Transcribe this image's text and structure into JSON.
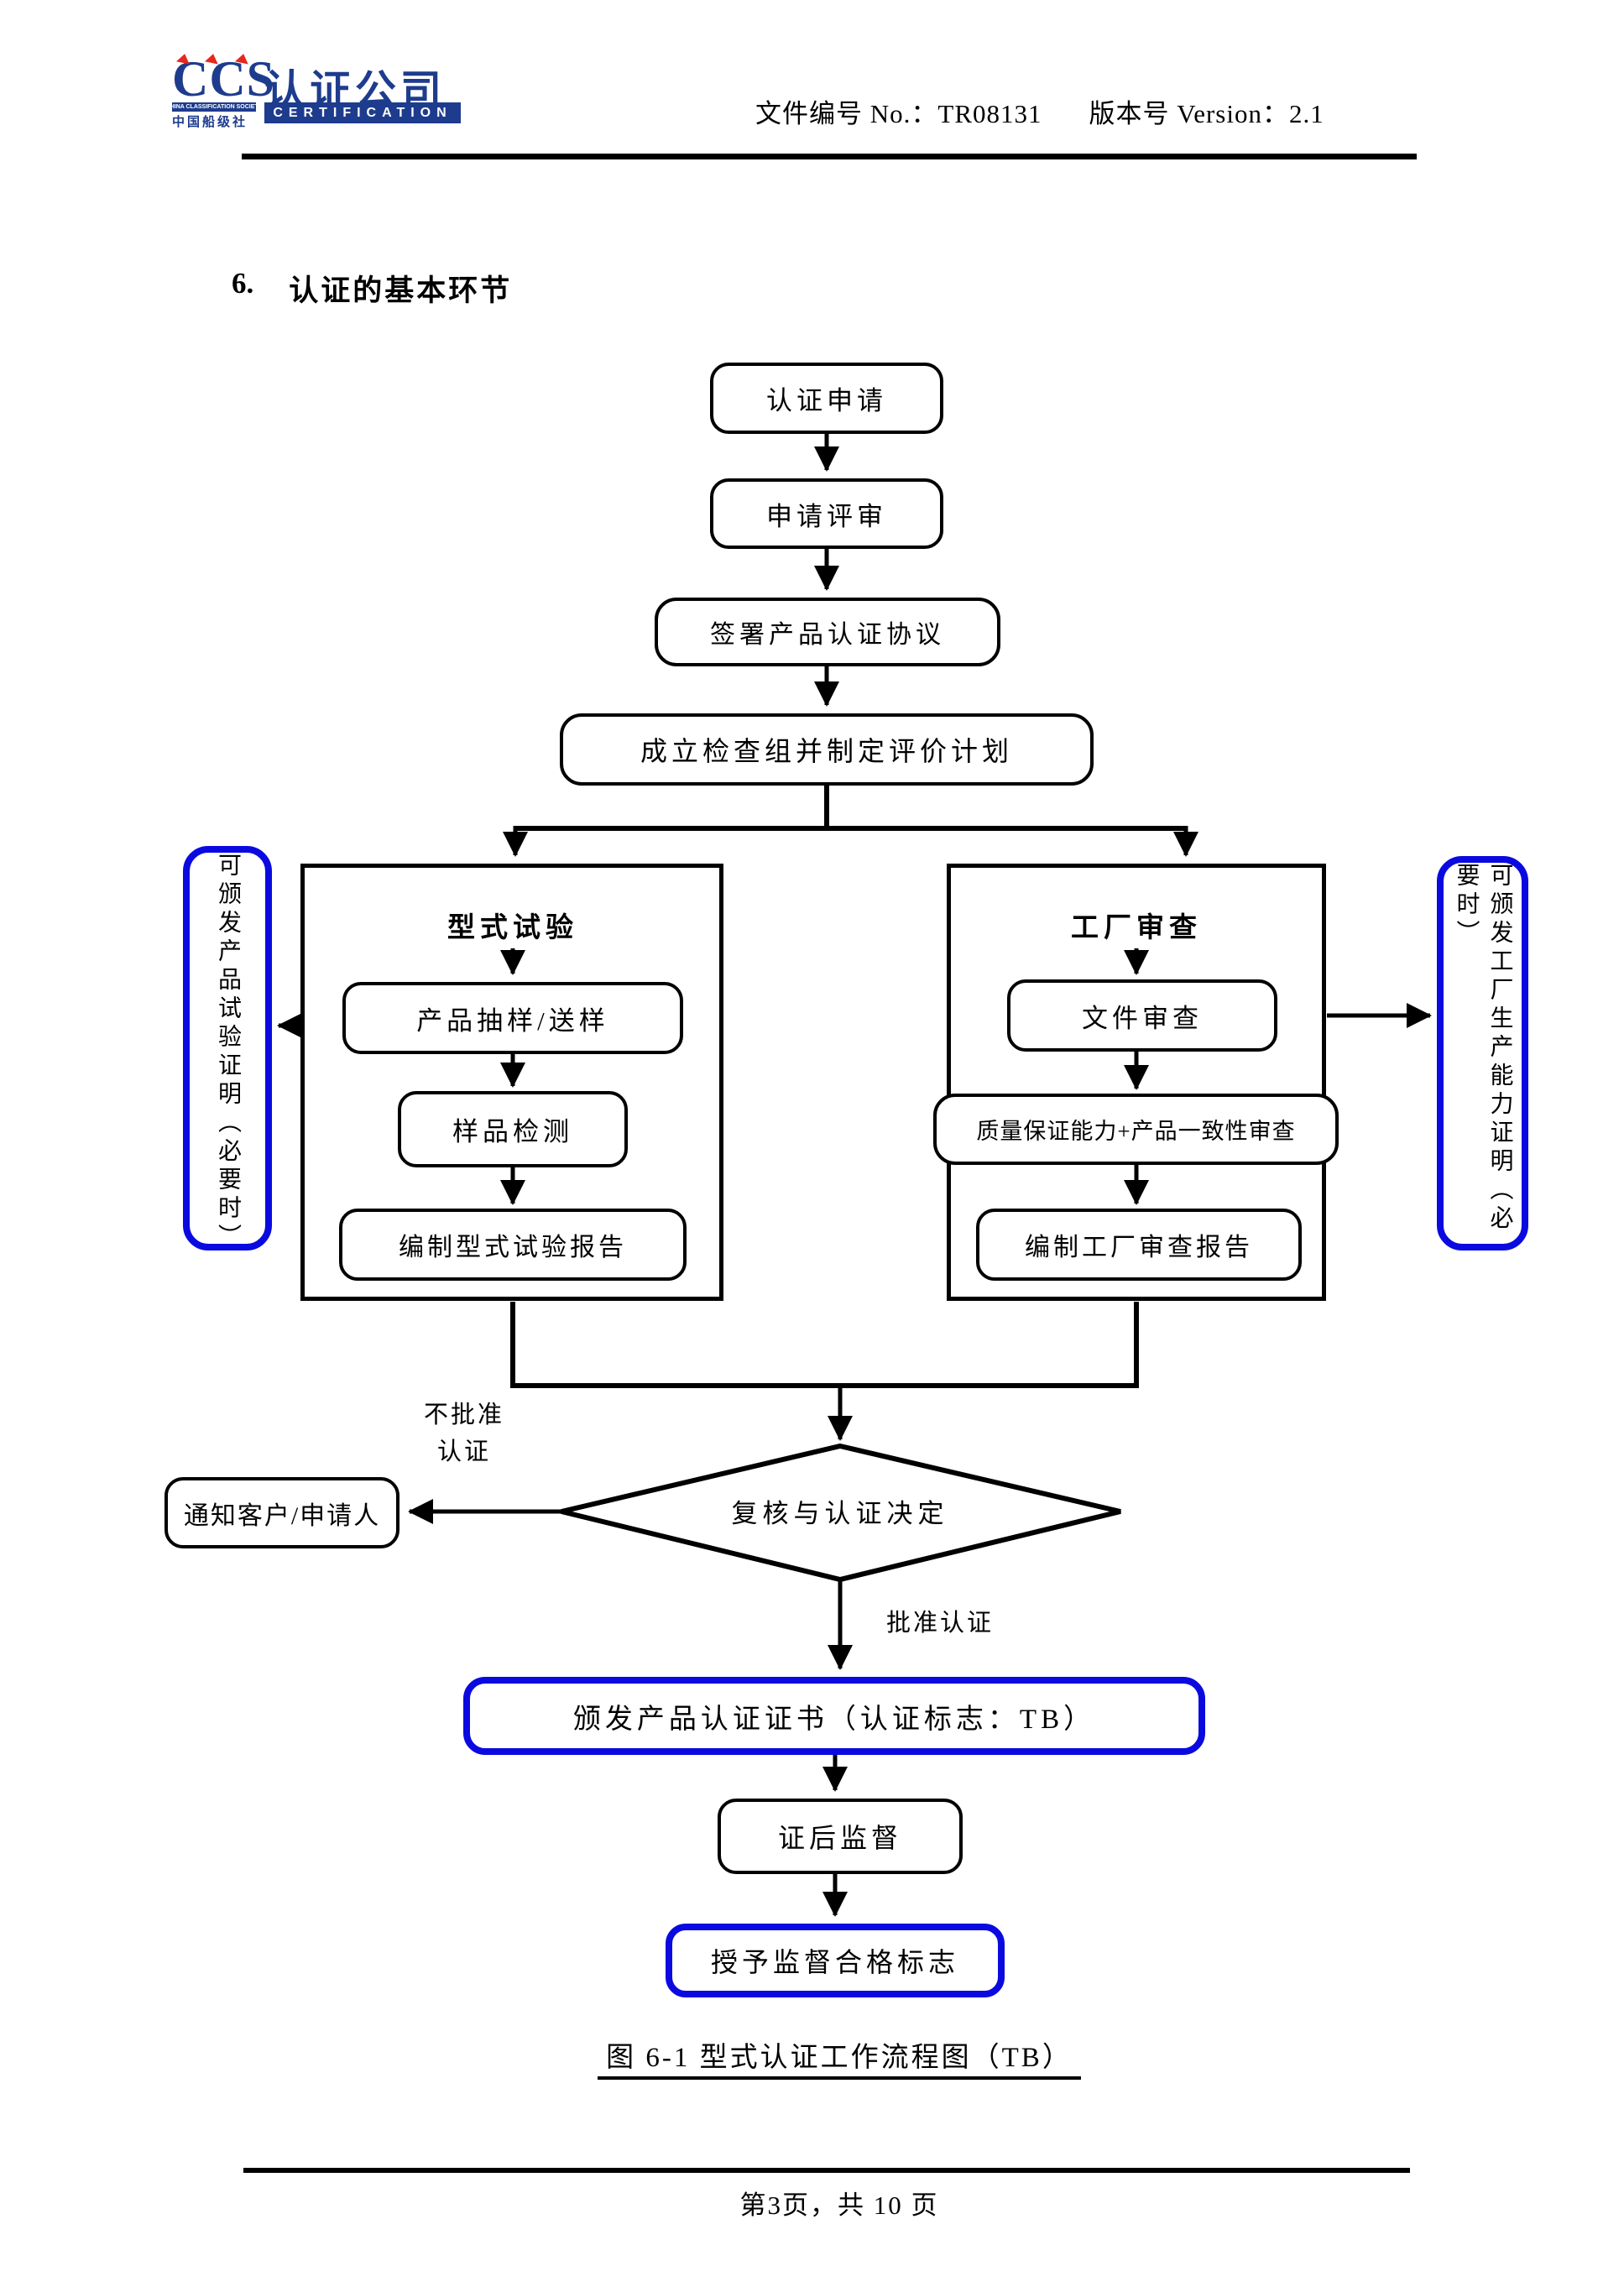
{
  "header": {
    "logo": {
      "ccs": "CCS",
      "company_cn": "认证公司",
      "society_en": "CHINA CLASSIFICATION SOCIETY",
      "society_cn": "中国船级社",
      "certification": "CERTIFICATION"
    },
    "doc_no": "文件编号 No.：TR08131",
    "version": "版本号 Version：2.1"
  },
  "section": {
    "number": "6.",
    "title": "认证的基本环节"
  },
  "flowchart": {
    "nodes": {
      "apply": "认证申请",
      "review": "申请评审",
      "sign": "签署产品认证协议",
      "team": "成立检查组并制定评价计划",
      "type_test_title": "型式试验",
      "sampling": "产品抽样/送样",
      "sample_test": "样品检测",
      "type_report": "编制型式试验报告",
      "factory_title": "工厂审查",
      "doc_review": "文件审查",
      "qa_review": "质量保证能力+产品一致性审查",
      "factory_report": "编制工厂审查报告",
      "left_note": "可颁发产品试验证明（必要时）",
      "right_note": "可颁发工厂生产能力证明（必要时）",
      "decision": "复核与认证决定",
      "notify": "通知客户/申请人",
      "cert": "颁发产品认证证书（认证标志：TB）",
      "surveillance": "证后监督",
      "mark": "授予监督合格标志"
    },
    "labels": {
      "reject_line1": "不批准",
      "reject_line2": "认证",
      "approve": "批准认证"
    },
    "caption": "图 6-1 型式认证工作流程图（TB）"
  },
  "footer": {
    "page_info": "第3页，共 10 页"
  },
  "colors": {
    "accent_blue": "#0a0ae0",
    "logo_navy": "#1e3c8e",
    "logo_red": "#e5281e"
  }
}
